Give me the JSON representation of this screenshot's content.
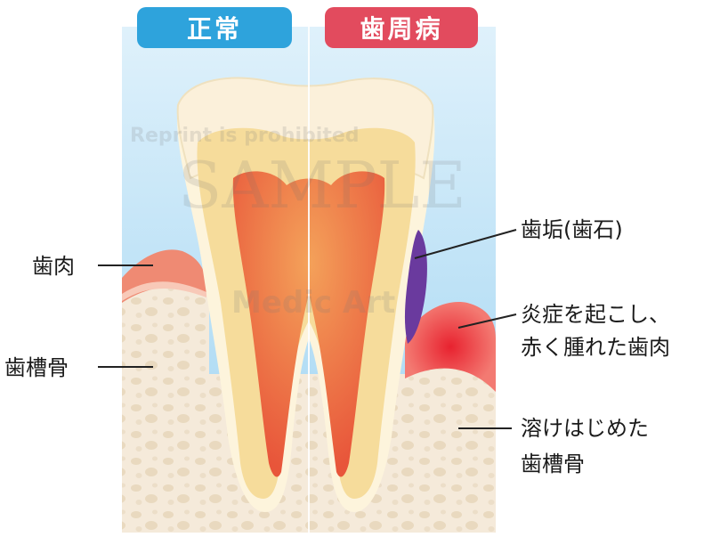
{
  "headers": {
    "normal": "正常",
    "periodontal": "歯周病"
  },
  "labels": {
    "gum": "歯肉",
    "alveolar_bone": "歯槽骨",
    "plaque": "歯垢(歯石)",
    "inflamed_gum_line1": "炎症を起こし、",
    "inflamed_gum_line2": "赤く腫れた歯肉",
    "dissolving_bone_line1": "溶けはじめた",
    "dissolving_bone_line2": "歯槽骨"
  },
  "watermarks": {
    "notice": "Reprint is prohibited",
    "sample": "SAMPLE",
    "brand": "Medic Art"
  },
  "colors": {
    "normal_header": "#2ea3dc",
    "periodontal_header": "#e24b5e",
    "plaque": "#6a3a9e"
  }
}
